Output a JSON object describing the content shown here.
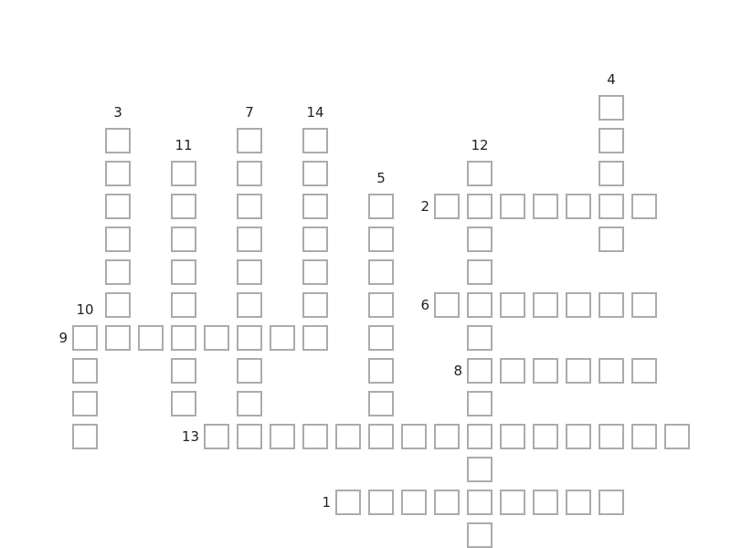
{
  "crossword": {
    "words": [
      {
        "number": "1",
        "direction": "across",
        "row": 13,
        "col": 8,
        "length": 9
      },
      {
        "number": "2",
        "direction": "across",
        "row": 4,
        "col": 11,
        "length": 7
      },
      {
        "number": "3",
        "direction": "down",
        "row": 2,
        "col": 1,
        "length": 7
      },
      {
        "number": "4",
        "direction": "down",
        "row": 1,
        "col": 16,
        "length": 5
      },
      {
        "number": "5",
        "direction": "down",
        "row": 4,
        "col": 9,
        "length": 7
      },
      {
        "number": "6",
        "direction": "across",
        "row": 7,
        "col": 11,
        "length": 7
      },
      {
        "number": "7",
        "direction": "down",
        "row": 2,
        "col": 5,
        "length": 9
      },
      {
        "number": "8",
        "direction": "across",
        "row": 9,
        "col": 12,
        "length": 6
      },
      {
        "number": "9",
        "direction": "across",
        "row": 8,
        "col": 0,
        "length": 8
      },
      {
        "number": "10",
        "direction": "down",
        "row": 8,
        "col": 0,
        "length": 4
      },
      {
        "number": "11",
        "direction": "down",
        "row": 3,
        "col": 3,
        "length": 8
      },
      {
        "number": "12",
        "direction": "down",
        "row": 3,
        "col": 12,
        "length": 12
      },
      {
        "number": "13",
        "direction": "across",
        "row": 11,
        "col": 4,
        "length": 15
      },
      {
        "number": "14",
        "direction": "down",
        "row": 2,
        "col": 7,
        "length": 7
      }
    ],
    "labels": [
      {
        "number": "1",
        "position": "left",
        "row": 13,
        "col": 8
      },
      {
        "number": "2",
        "position": "left",
        "row": 4,
        "col": 11
      },
      {
        "number": "3",
        "position": "above",
        "row": 2,
        "col": 1
      },
      {
        "number": "4",
        "position": "above",
        "row": 1,
        "col": 16
      },
      {
        "number": "5",
        "position": "above",
        "row": 4,
        "col": 9
      },
      {
        "number": "6",
        "position": "left",
        "row": 7,
        "col": 11
      },
      {
        "number": "7",
        "position": "above",
        "row": 2,
        "col": 5
      },
      {
        "number": "8",
        "position": "left",
        "row": 9,
        "col": 12
      },
      {
        "number": "9",
        "position": "left",
        "row": 8,
        "col": 0
      },
      {
        "number": "10",
        "position": "above",
        "row": 8,
        "col": 0
      },
      {
        "number": "11",
        "position": "above",
        "row": 3,
        "col": 3
      },
      {
        "number": "12",
        "position": "above",
        "row": 3,
        "col": 12
      },
      {
        "number": "13",
        "position": "left",
        "row": 11,
        "col": 4
      },
      {
        "number": "14",
        "position": "above",
        "row": 2,
        "col": 7
      }
    ]
  }
}
